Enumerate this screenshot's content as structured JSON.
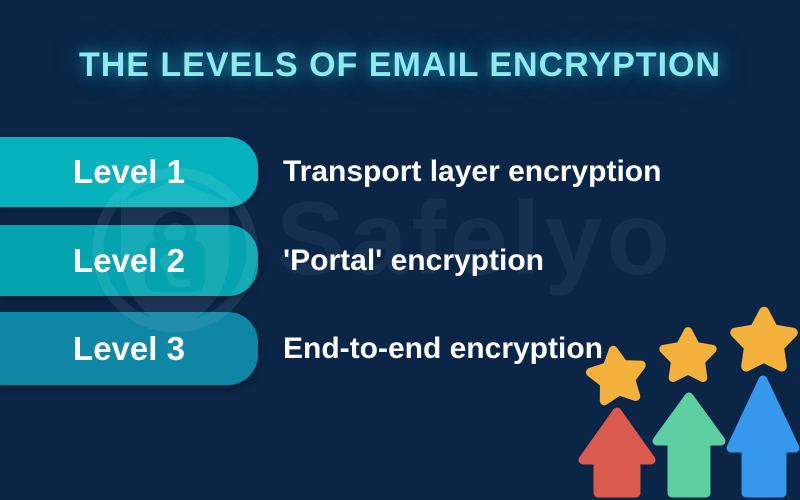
{
  "title": "THE LEVELS OF EMAIL ENCRYPTION",
  "watermark": {
    "brand": "Safelyo",
    "logo_icon": "shield-lock-icon"
  },
  "levels": [
    {
      "badge": "Level 1",
      "description": "Transport layer encryption"
    },
    {
      "badge": "Level 2",
      "description": "'Portal' encryption"
    },
    {
      "badge": "Level 3",
      "description": "End-to-end encryption"
    }
  ],
  "decoration": {
    "stars_count": 3,
    "arrows": [
      "red-up-arrow",
      "green-up-arrow",
      "blue-up-arrow"
    ]
  },
  "colors": {
    "background": "#0A2546",
    "title": "#8FE9F1",
    "badge1": "#05B2BD",
    "badge2": "#03A4AF",
    "badge3": "#0E86A4",
    "star": "#F4B13B",
    "arrow_red": "#DA5A4E",
    "arrow_green": "#5ECFA0",
    "arrow_blue": "#3598EC"
  }
}
